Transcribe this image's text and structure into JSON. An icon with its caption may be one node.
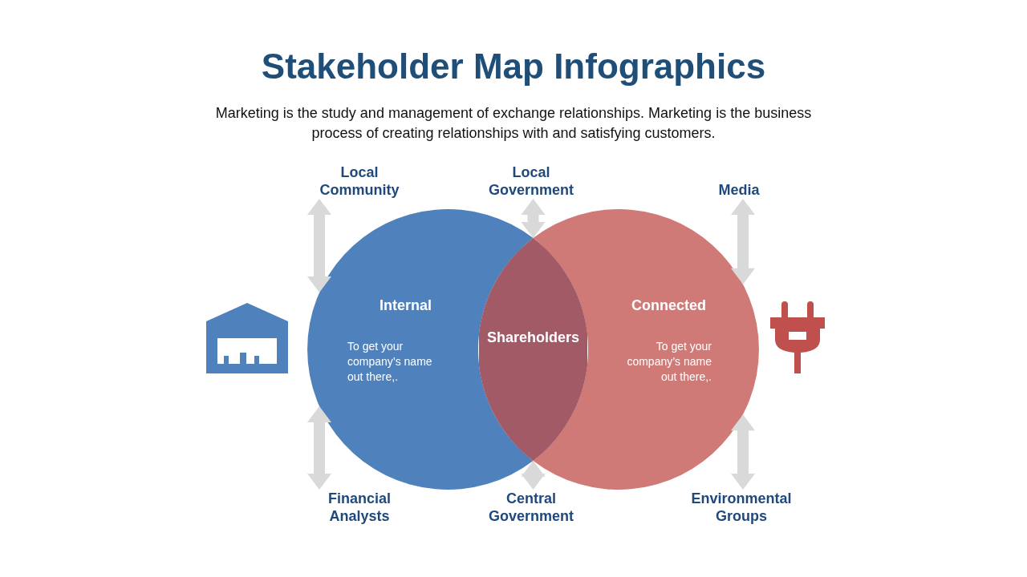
{
  "diagram": {
    "title": "Stakeholder Map Infographics",
    "nodes": [
      {
        "text": [
          "Internal",
          "To get your company’s name out there,."
        ]
      },
      {
        "text": [
          "Connected",
          "To get your company’s name out there,."
        ]
      },
      {
        "text": [
          "Shareholders"
        ]
      },
      {
        "text": [
          "Local Community"
        ]
      },
      {
        "text": [
          "Local Government"
        ]
      },
      {
        "text": [
          "Media"
        ]
      },
      {
        "text": [
          "Financial Analysts"
        ]
      },
      {
        "text": [
          "Central Government"
        ]
      },
      {
        "text": [
          "Environmental Groups"
        ]
      }
    ],
    "edges": [
      {
        "from": 3,
        "to": 0,
        "arrow": "both"
      },
      {
        "from": 4,
        "to": 2,
        "arrow": "both"
      },
      {
        "from": 5,
        "to": 1,
        "arrow": "both"
      },
      {
        "from": 6,
        "to": 0,
        "arrow": "both"
      },
      {
        "from": 7,
        "to": 2,
        "arrow": "both"
      },
      {
        "from": 8,
        "to": 1,
        "arrow": "both"
      }
    ],
    "labels": [
      "Marketing is the study and management of exchange relationships. Marketing is the business process of creating relationships with and satisfying customers."
    ]
  }
}
